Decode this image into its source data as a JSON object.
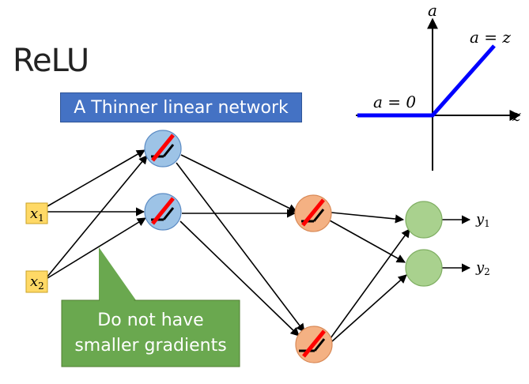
{
  "slide": {
    "title": "ReLU",
    "banner": "A Thinner linear network",
    "callout": {
      "line1": "Do not have",
      "line2": "smaller gradients"
    }
  },
  "graph": {
    "axis_y_label": "a",
    "axis_x_label": "z",
    "upper_label": "a = z",
    "lower_label": "a = 0",
    "line_color": "#0000ff"
  },
  "network": {
    "inputs": [
      {
        "base": "x",
        "sub": "1"
      },
      {
        "base": "x",
        "sub": "2"
      }
    ],
    "outputs": [
      {
        "base": "y",
        "sub": "1"
      },
      {
        "base": "y",
        "sub": "2"
      }
    ],
    "colors": {
      "input_fill": "#ffd966",
      "input_border": "#c9a227",
      "hidden1_fill": "#9dc3e6",
      "hidden2_fill": "#f4b183",
      "output_fill": "#a9d18e",
      "relu_mark": "#ff0000",
      "callout": "#6aa84f"
    }
  }
}
